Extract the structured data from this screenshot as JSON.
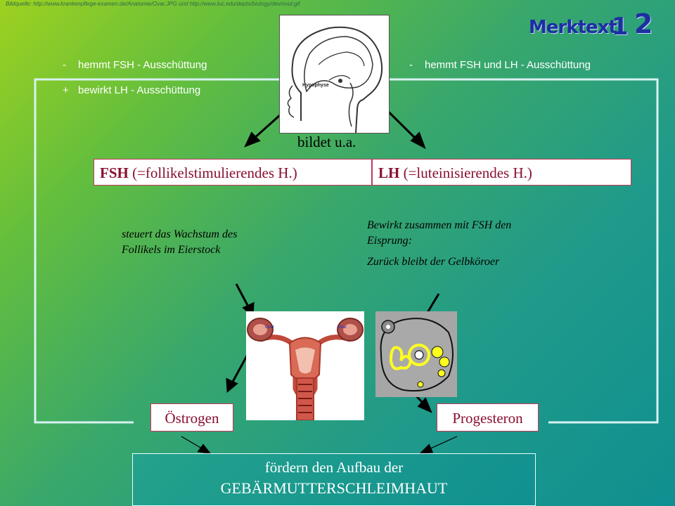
{
  "source_note": "Bildquelle: http://www.krankenpflege-examen.de/Anatomie/Ovar.JPG und http://www.luc.edu/depts/biology/dev/ovul.gif",
  "badge": {
    "word": "Merktext",
    "num1": "1",
    "num2": "2"
  },
  "feedback": {
    "left_minus_sign": "-",
    "left_minus_text": "hemmt FSH - Ausschüttung",
    "left_plus_sign": "+",
    "left_plus_text": "bewirkt LH - Ausschüttung",
    "right_minus_sign": "-",
    "right_minus_text": "hemmt FSH und LH - Ausschüttung"
  },
  "brain_label": "Hypophyse",
  "bildet": "bildet u.a.",
  "fsh": {
    "abbr": "FSH",
    "full": " (=follikelstimulierendes H.)"
  },
  "lh": {
    "abbr": "LH",
    "full": " (=luteinisierendes H.)"
  },
  "fsh_note": {
    "line1": "steuert das Wachstum des",
    "line2": "Follikels im Eierstock"
  },
  "lh_note": {
    "line1": "Bewirkt zusammen mit FSH den",
    "line2": "Eisprung:",
    "line3": "Zurück bleibt der Gelbköroer"
  },
  "uterus_labels": {
    "left": "Ovar",
    "right": "Ovar"
  },
  "oestrogen": "Östrogen",
  "progesteron": "Progesteron",
  "result": {
    "line1": "fördern den Aufbau der",
    "line2": "GEBÄRMUTTERSCHLEIMHAUT"
  }
}
